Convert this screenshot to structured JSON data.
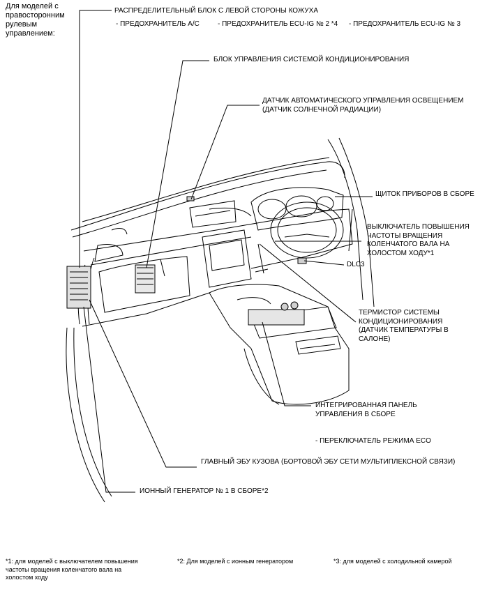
{
  "header": {
    "rhd_note": "Для моделей с\nправосторонним\nрулевым\nуправлением:"
  },
  "callouts": {
    "left_junction_block": "РАСПРЕДЕЛИТЕЛЬНЫЙ БЛОК С ЛЕВОЙ СТОРОНЫ КОЖУХА",
    "fuse_ac": "- ПРЕДОХРАНИТЕЛЬ A/C",
    "fuse_ecu_ig2": "- ПРЕДОХРАНИТЕЛЬ ECU-IG № 2 *4",
    "fuse_ecu_ig3": "- ПРЕДОХРАНИТЕЛЬ ECU-IG № 3",
    "ac_amplifier": "БЛОК УПРАВЛЕНИЯ СИСТЕМОЙ КОНДИЦИОНИРОВАНИЯ",
    "light_sensor": "ДАТЧИК АВТОМАТИЧЕСКОГО УПРАВЛЕНИЯ ОСВЕЩЕНИЕМ\n(ДАТЧИК СОЛНЕЧНОЙ РАДИАЦИИ)",
    "combination_meter": "ЩИТОК ПРИБОРОВ В СБОРЕ",
    "idle_up_switch": "ВЫКЛЮЧАТЕЛЬ ПОВЫШЕНИЯ\nЧАСТОТЫ ВРАЩЕНИЯ\nКОЛЕНЧАТОГО ВАЛА НА\nХОЛОСТОМ ХОДУ*1",
    "dlc3": "DLC3",
    "room_temp_sensor": "ТЕРМИСТОР СИСТЕМЫ\nКОНДИЦИОНИРОВАНИЯ\n(ДАТЧИК ТЕМПЕРАТУРЫ В\nСАЛОНЕ)",
    "integration_panel": "ИНТЕГРИРОВАННАЯ ПАНЕЛЬ\nУПРАВЛЕНИЯ В СБОРЕ",
    "eco_switch": "- ПЕРЕКЛЮЧАТЕЛЬ РЕЖИМА ECO",
    "main_body_ecu": "ГЛАВНЫЙ ЭБУ КУЗОВА (БОРТОВОЙ ЭБУ СЕТИ МУЛЬТИПЛЕКСНОЙ СВЯЗИ)",
    "ion_generator": "ИОННЫЙ ГЕНЕРАТОР № 1 В СБОРЕ*2"
  },
  "footnotes": {
    "note1": "*1: для моделей с выключателем повышения\nчастоты вращения коленчатого вала на\nхолостом ходу",
    "note2": "*2: Для моделей с ионным генератором",
    "note3": "*3: для моделей с холодильной камерой"
  }
}
